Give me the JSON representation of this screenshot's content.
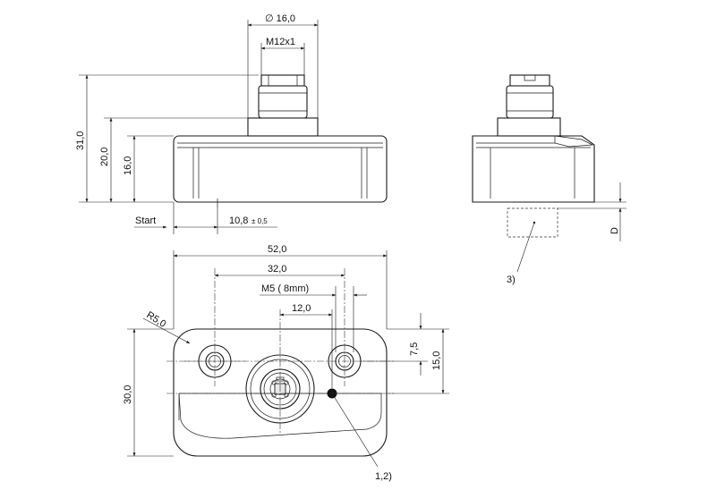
{
  "drawing": {
    "front_view": {
      "dim_diameter": "∅ 16,0",
      "dim_thread": "M12x1",
      "dim_height_total": "31,0",
      "dim_height_body": "20,0",
      "dim_height_base": "16,0",
      "start_label": "Start",
      "dim_start_main": "10,8",
      "dim_start_tol": "± 0,5"
    },
    "side_view": {
      "dim_distance": "D",
      "callout_target": "3)"
    },
    "top_view": {
      "dim_width": "52,0",
      "dim_hole_spacing": "32,0",
      "dim_screw": "M5  ( 8mm)",
      "dim_connector_offset": "12,0",
      "dim_radius": "R5,0",
      "dim_height": "30,0",
      "dim_hole_offset": "7,5",
      "dim_hole_height": "15,0",
      "callout_led": "1,2)"
    }
  }
}
